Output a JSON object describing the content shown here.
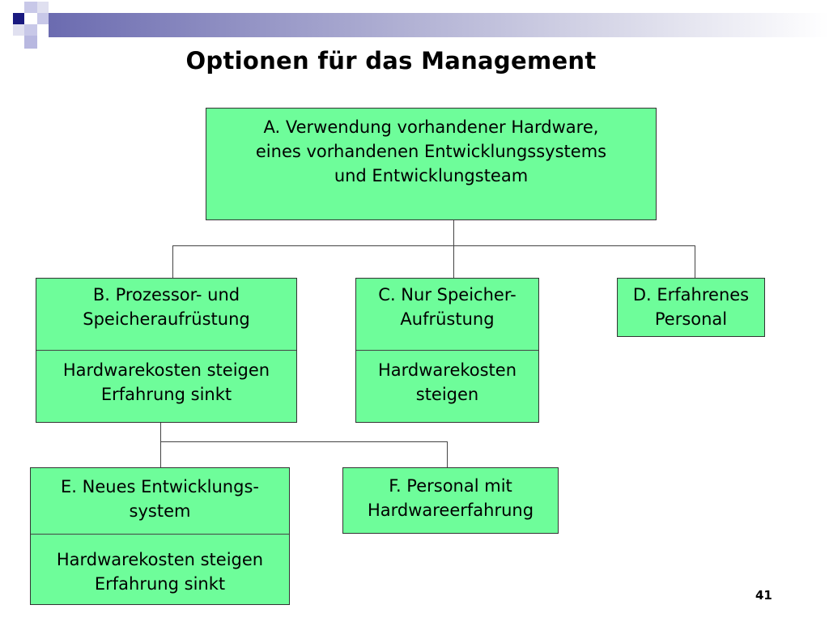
{
  "slide": {
    "title": "Optionen für das Management",
    "page_number": "41"
  },
  "nodes": {
    "a": {
      "lines": [
        "A. Verwendung vorhandener Hardware,",
        "eines vorhandenen Entwicklungssystems",
        "und Entwicklungsteam"
      ]
    },
    "b": {
      "head": [
        "B. Prozessor- und",
        "Speicheraufrüstung"
      ],
      "effect": [
        "Hardwarekosten steigen",
        "Erfahrung sinkt"
      ]
    },
    "c": {
      "head": [
        "C. Nur Speicher-",
        "Aufrüstung"
      ],
      "effect": [
        "Hardwarekosten",
        "steigen"
      ]
    },
    "d": {
      "head": [
        "D. Erfahrenes",
        "Personal"
      ]
    },
    "e": {
      "head": [
        "E. Neues Entwicklungs-",
        "system"
      ],
      "effect": [
        "Hardwarekosten steigen",
        "Erfahrung sinkt"
      ]
    },
    "f": {
      "head": [
        "F. Personal mit",
        "Hardwareerfahrung"
      ]
    }
  },
  "edges": [
    {
      "from": "a",
      "to": "b"
    },
    {
      "from": "a",
      "to": "c"
    },
    {
      "from": "a",
      "to": "d"
    },
    {
      "from": "b",
      "to": "e"
    },
    {
      "from": "b",
      "to": "f"
    }
  ],
  "colors": {
    "box_fill": "#6efd9a",
    "banner_dark": "#1a1a80",
    "banner_light": "#b8b8e0"
  }
}
